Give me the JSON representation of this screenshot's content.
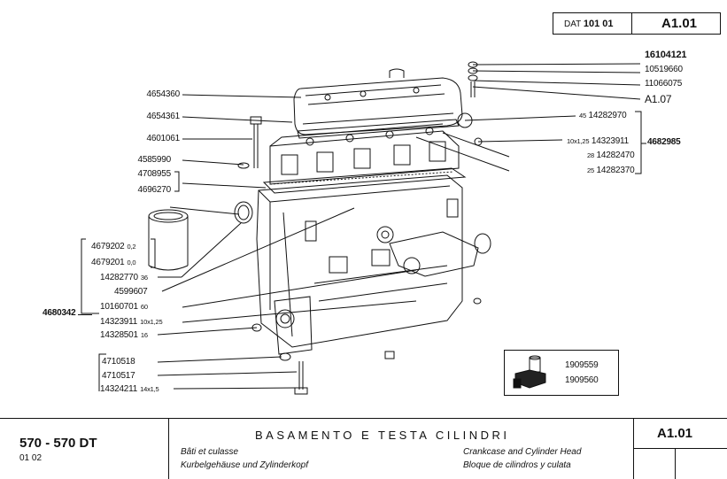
{
  "header": {
    "dat_label": "DAT",
    "dat_number": "101 01",
    "code": "A1.01"
  },
  "left_parts": [
    {
      "pn": "4654360"
    },
    {
      "pn": "4654361"
    },
    {
      "pn": "4601061"
    },
    {
      "pn": "4585990"
    },
    {
      "pn": "4708955"
    },
    {
      "pn": "4696270"
    }
  ],
  "liner_parts": [
    {
      "pn": "4679202",
      "size": "0,2"
    },
    {
      "pn": "4679201",
      "size": "0,0"
    }
  ],
  "block_parts": [
    {
      "pn": "14282770",
      "size": "36"
    },
    {
      "pn": "4599607",
      "size": ""
    },
    {
      "pn": "10160701",
      "size": "60"
    },
    {
      "pn": "14323911",
      "size": "10x1,25"
    },
    {
      "pn": "14328501",
      "size": "16"
    },
    {
      "pn": "4710518",
      "size": ""
    },
    {
      "pn": "4710517",
      "size": ""
    },
    {
      "pn": "14324211",
      "size": "14x1,5"
    }
  ],
  "block_assembly": "4680342",
  "right_top_parts": [
    {
      "pn": "16104121"
    },
    {
      "pn": "10519660"
    },
    {
      "pn": "11066075"
    },
    {
      "pn": "A1.07"
    }
  ],
  "right_head_parts": [
    {
      "size": "45",
      "pn": "14282970"
    },
    {
      "size": "10x1,25",
      "pn": "14323911"
    },
    {
      "size": "28",
      "pn": "14282470"
    },
    {
      "size": "25",
      "pn": "14282370"
    }
  ],
  "head_assembly": "4682985",
  "inset_parts": [
    {
      "pn": "1909559"
    },
    {
      "pn": "1909560"
    }
  ],
  "footer": {
    "model": "570 - 570 DT",
    "model_sub": "01  02",
    "title": "BASAMENTO E TESTA CILINDRI",
    "fr": "Bâti et culasse",
    "de": "Kurbelgehäuse und Zylinderkopf",
    "en": "Crankcase and Cylinder Head",
    "es": "Bloque de cilindros y culata",
    "code": "A1.01"
  }
}
